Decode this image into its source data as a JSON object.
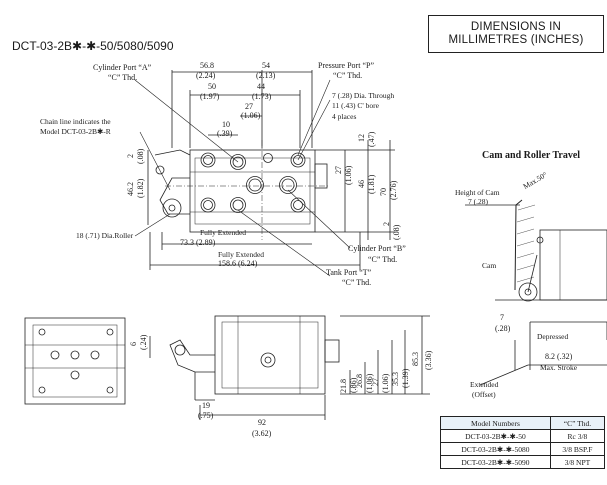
{
  "header": {
    "model_title": "DCT-03-2B✱-✱-50/5080/5090",
    "units_line1": "DIMENSIONS IN",
    "units_line2": "MILLIMETRES (INCHES)"
  },
  "top_view": {
    "cyl_port_a": "Cylinder Port “A”",
    "cyl_port_a_thd": "“C” Thd.",
    "pressure_port": "Pressure Port “P”",
    "pressure_port_thd": "“C” Thd.",
    "dim_56_8": "56.8",
    "dim_56_8_in": "(2.24)",
    "dim_54": "54",
    "dim_54_in": "(2.13)",
    "dim_50": "50",
    "dim_50_in": "(1.97)",
    "dim_44": "44",
    "dim_44_in": "(1.73)",
    "dim_27": "27",
    "dim_27_in": "(1.06)",
    "dim_10": "10",
    "dim_10_in": "(.39)",
    "chain_line_1": "Chain line indicates the",
    "chain_line_2": "Model DCT-03-2B✱-R",
    "hole_1": "7 (.28) Dia. Through",
    "hole_2": "11 (.43) C' bore",
    "hole_3": "4 places",
    "v_2": "2",
    "v_2_in": "(.08)",
    "v_46_2": "46.2",
    "v_46_2_in": "(1.82)",
    "v_12": "12",
    "v_12_in": "(.47)",
    "v_27": "27",
    "v_27_in": "(1.06)",
    "v_46": "46",
    "v_46_in": "(1.81)",
    "v_70": "70",
    "v_70_in": "(2.76)",
    "v_2b": "2",
    "v_2b_in": "(.08)",
    "roller": "18 (.71) Dia.Roller",
    "fully_ext_1": "Fully Extended",
    "dim_73_3": "73.3 (2.89)",
    "fully_ext_2": "Fully Extended",
    "dim_158_6": "158.6 (6.24)",
    "cyl_port_b": "Cylinder Port “B”",
    "cyl_port_b_thd": "“C” Thd.",
    "tank_port": "Tank Port “T”",
    "tank_port_thd": "“C” Thd."
  },
  "front_view": {
    "v_6": "6",
    "v_6_in": "(.24)",
    "v_21_8": "21.8",
    "v_21_8_in": "(.86)",
    "v_26_8": "26.8",
    "v_26_8_in": "(1.06)",
    "v_27": "27",
    "v_27_in": "(1.06)",
    "v_35_3": "35.3",
    "v_35_3_in": "(1.39)",
    "v_85_3": "85.3",
    "v_85_3_in": "(3.36)",
    "dim_19": "19",
    "dim_19_in": "(.75)",
    "dim_92": "92",
    "dim_92_in": "(3.62)"
  },
  "cam": {
    "title": "Cam and Roller Travel",
    "height_of_cam": "Height of Cam",
    "height_val": "7 (.28)",
    "max_angle": "Max.50°",
    "cam_label": "Cam",
    "dim_7": "7",
    "dim_7_in": "(.28)",
    "depressed": "Depressed",
    "stroke": "8.2 (.32)",
    "max_stroke": "Max. Stroke",
    "extended": "Extended",
    "offset": "(Offset)"
  },
  "table": {
    "headers": [
      "Model Numbers",
      "“C” Thd."
    ],
    "rows": [
      [
        "DCT-03-2B✱-✱-50",
        "Rc 3/8"
      ],
      [
        "DCT-03-2B✱-✱-5080",
        "3/8 BSP.F"
      ],
      [
        "DCT-03-2B✱-✱-5090",
        "3/8 NPT"
      ]
    ]
  },
  "colors": {
    "line": "#222222",
    "table_header_bg": "#e8f1f8"
  }
}
